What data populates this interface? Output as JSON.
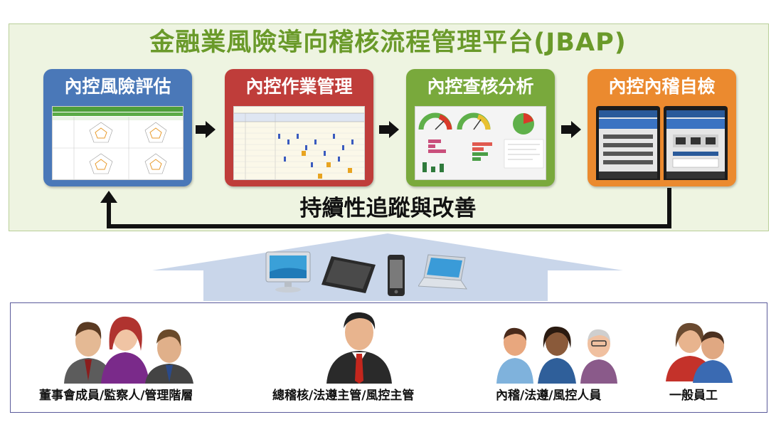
{
  "platform": {
    "title": "金融業風險導向稽核流程管理平台(JBAP)"
  },
  "modules": [
    {
      "label": "內控風險評估",
      "color": "#4a78b8"
    },
    {
      "label": "內控作業管理",
      "color": "#bf3d3a"
    },
    {
      "label": "內控查核分析",
      "color": "#79a93c"
    },
    {
      "label": "內控內稽自檢",
      "color": "#eb8a2f"
    }
  ],
  "feedback": {
    "label": "持續性追蹤與改善"
  },
  "devices": [
    "desktop-monitor-icon",
    "tablet-icon",
    "smartphone-icon",
    "laptop-icon"
  ],
  "user_groups": [
    {
      "label": "董事會成員/監察人/管理階層"
    },
    {
      "label": "總稽核/法遵主管/風控主管"
    },
    {
      "label": "內稽/法遵/風控人員"
    },
    {
      "label": "一般員工"
    }
  ]
}
